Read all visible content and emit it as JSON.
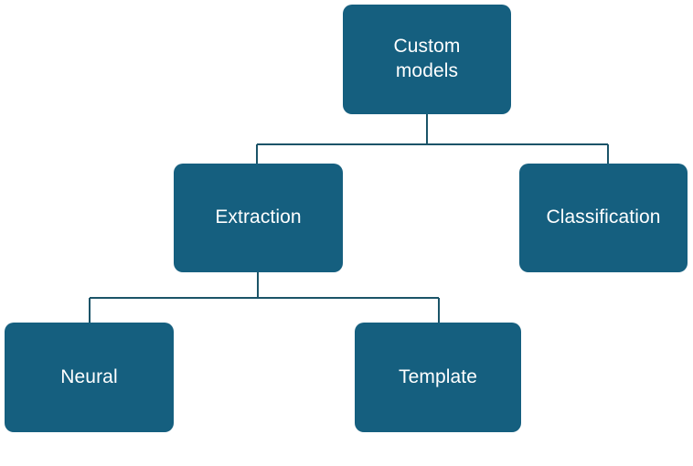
{
  "diagram": {
    "type": "hierarchy-tree",
    "title": "Custom models",
    "background_color": "#ffffff",
    "node_fill_color": "#155f7f",
    "node_text_color": "#ffffff",
    "connector_color": "#1b5468",
    "nodes": [
      {
        "id": "custom-models",
        "label": "Custom\nmodels",
        "level": 0,
        "parent": null
      },
      {
        "id": "extraction",
        "label": "Extraction",
        "level": 1,
        "parent": "custom-models"
      },
      {
        "id": "classification",
        "label": "Classification",
        "level": 1,
        "parent": "custom-models"
      },
      {
        "id": "neural",
        "label": "Neural",
        "level": 2,
        "parent": "extraction"
      },
      {
        "id": "template",
        "label": "Template",
        "level": 2,
        "parent": "extraction"
      }
    ],
    "edges": [
      {
        "from": "custom-models",
        "to": "extraction"
      },
      {
        "from": "custom-models",
        "to": "classification"
      },
      {
        "from": "extraction",
        "to": "neural"
      },
      {
        "from": "extraction",
        "to": "template"
      }
    ]
  }
}
